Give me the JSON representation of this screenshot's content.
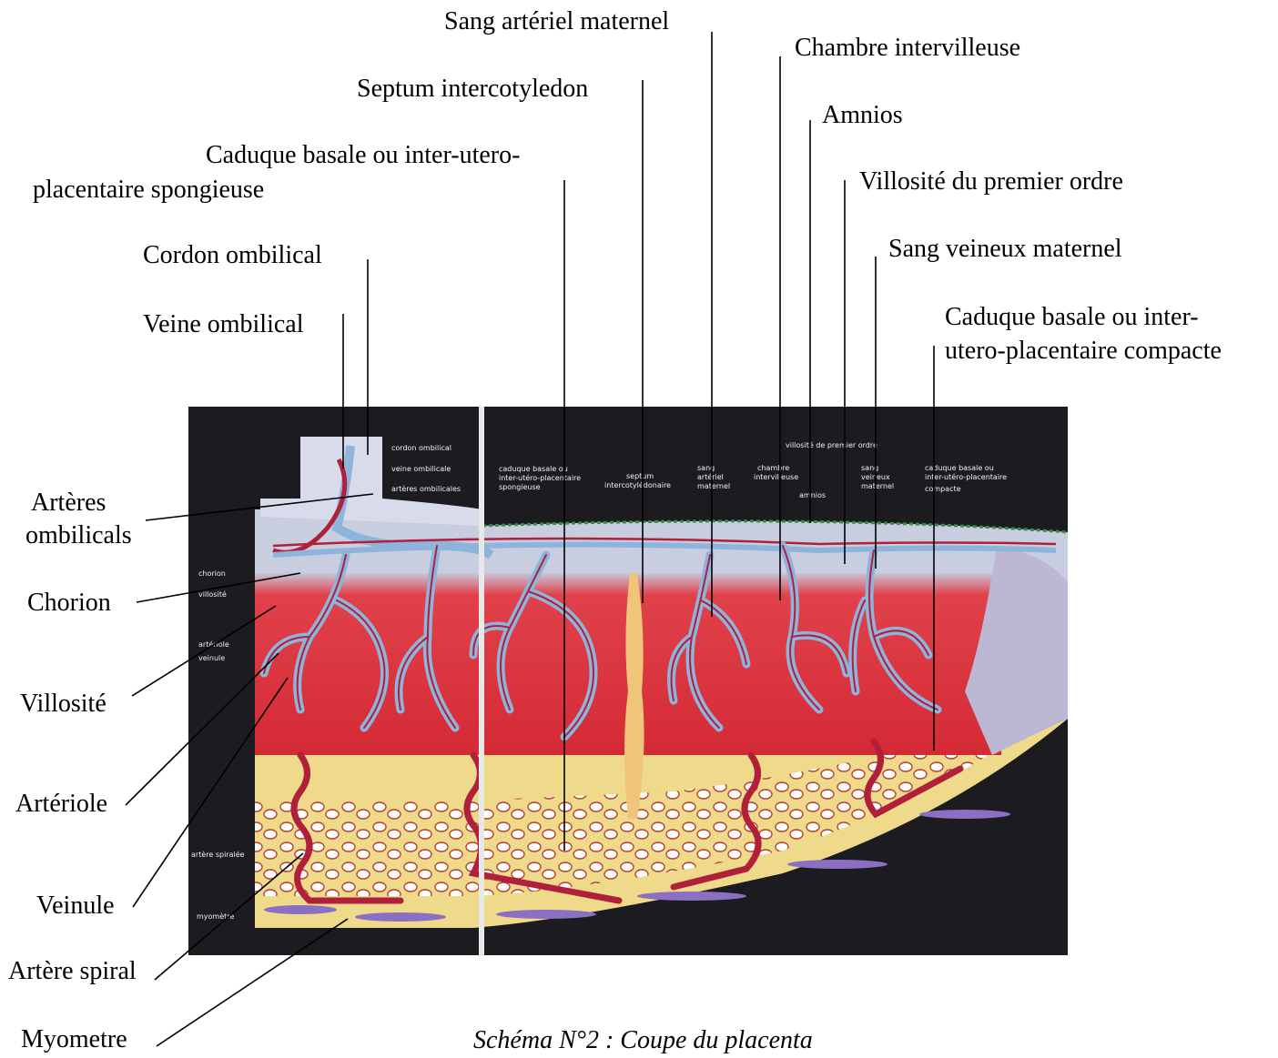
{
  "labels": {
    "sang_arteriel": "Sang artériel maternel",
    "chambre": "Chambre intervilleuse",
    "septum": "Septum intercotyledon",
    "amnios": "Amnios",
    "caduque_spong_1": "Caduque basale ou inter-utero-",
    "caduque_spong_2": "placentaire spongieuse",
    "villosite_ordre": "Villosité du premier ordre",
    "sang_veineux": "Sang veineux maternel",
    "cordon": "Cordon ombilical",
    "caduque_comp_1": "Caduque basale ou inter-",
    "caduque_comp_2": "utero-placentaire compacte",
    "veine": "Veine ombilical",
    "arteres_1": "Artères",
    "arteres_2": "ombilicals",
    "chorion": "Chorion",
    "villosite": "Villosité",
    "arteriole": "Artériole",
    "veinule": "Veinule",
    "artere_spiral": "Artère spiral",
    "myometre": "Myometre"
  },
  "inner_labels": {
    "cordon": "cordon  ombilical",
    "veine": "veine  ombilicale",
    "arteres": "artères  ombilicales",
    "chorion": "chorion",
    "villosite": "villosité",
    "arteriole": "artériole",
    "veinule": "veinule",
    "spiralee": "artère spiralée",
    "myometre": "myomètre",
    "caduque_spong_1": "caduque  basale  ou",
    "caduque_spong_2": "inter-utéro-placentaire",
    "caduque_spong_3": "spongieuse",
    "septum_1": "septum",
    "septum_2": "intercotylédonaire",
    "sang_art_1": "sang",
    "sang_art_2": "artériel",
    "sang_art_3": "maternel",
    "chambre_1": "chambre",
    "chambre_2": "intervilleuse",
    "villosite_ordre": "villosité de premier ordre",
    "amnios": "amnios",
    "sang_vein_1": "sang",
    "sang_vein_2": "veineux",
    "sang_vein_3": "maternel",
    "caduque_comp_1": "caduque  basale  ou",
    "caduque_comp_2": "inter-utéro-placentaire",
    "caduque_comp_3": "compacte"
  },
  "caption": "Schéma N°2 : Coupe du placenta",
  "colors": {
    "background": "#1c1c20",
    "decidua": "#efd98a",
    "maternal_blood": "#d8303a",
    "chorion": "#c9cde0",
    "vein": "#8fb4dc",
    "artery": "#b0203a",
    "venous_clots": "#8a6fc2"
  }
}
